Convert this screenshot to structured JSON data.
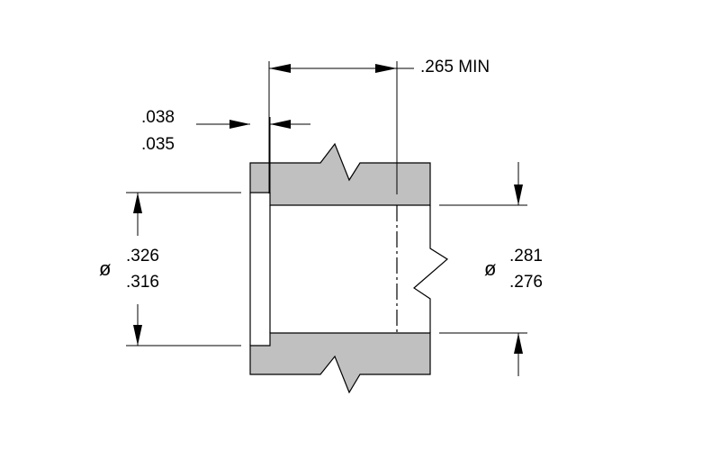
{
  "drawing": {
    "depth_dim": {
      "text": ".265 MIN"
    },
    "wall_dim": {
      "upper": ".038",
      "lower": ".035"
    },
    "outer_dia": {
      "symbol": "ø",
      "upper": ".326",
      "lower": ".316"
    },
    "inner_dia": {
      "symbol": "ø",
      "upper": ".281",
      "lower": ".276"
    },
    "colors": {
      "section_fill": "#c0c0c0",
      "line": "#000000",
      "background": "#ffffff"
    }
  }
}
